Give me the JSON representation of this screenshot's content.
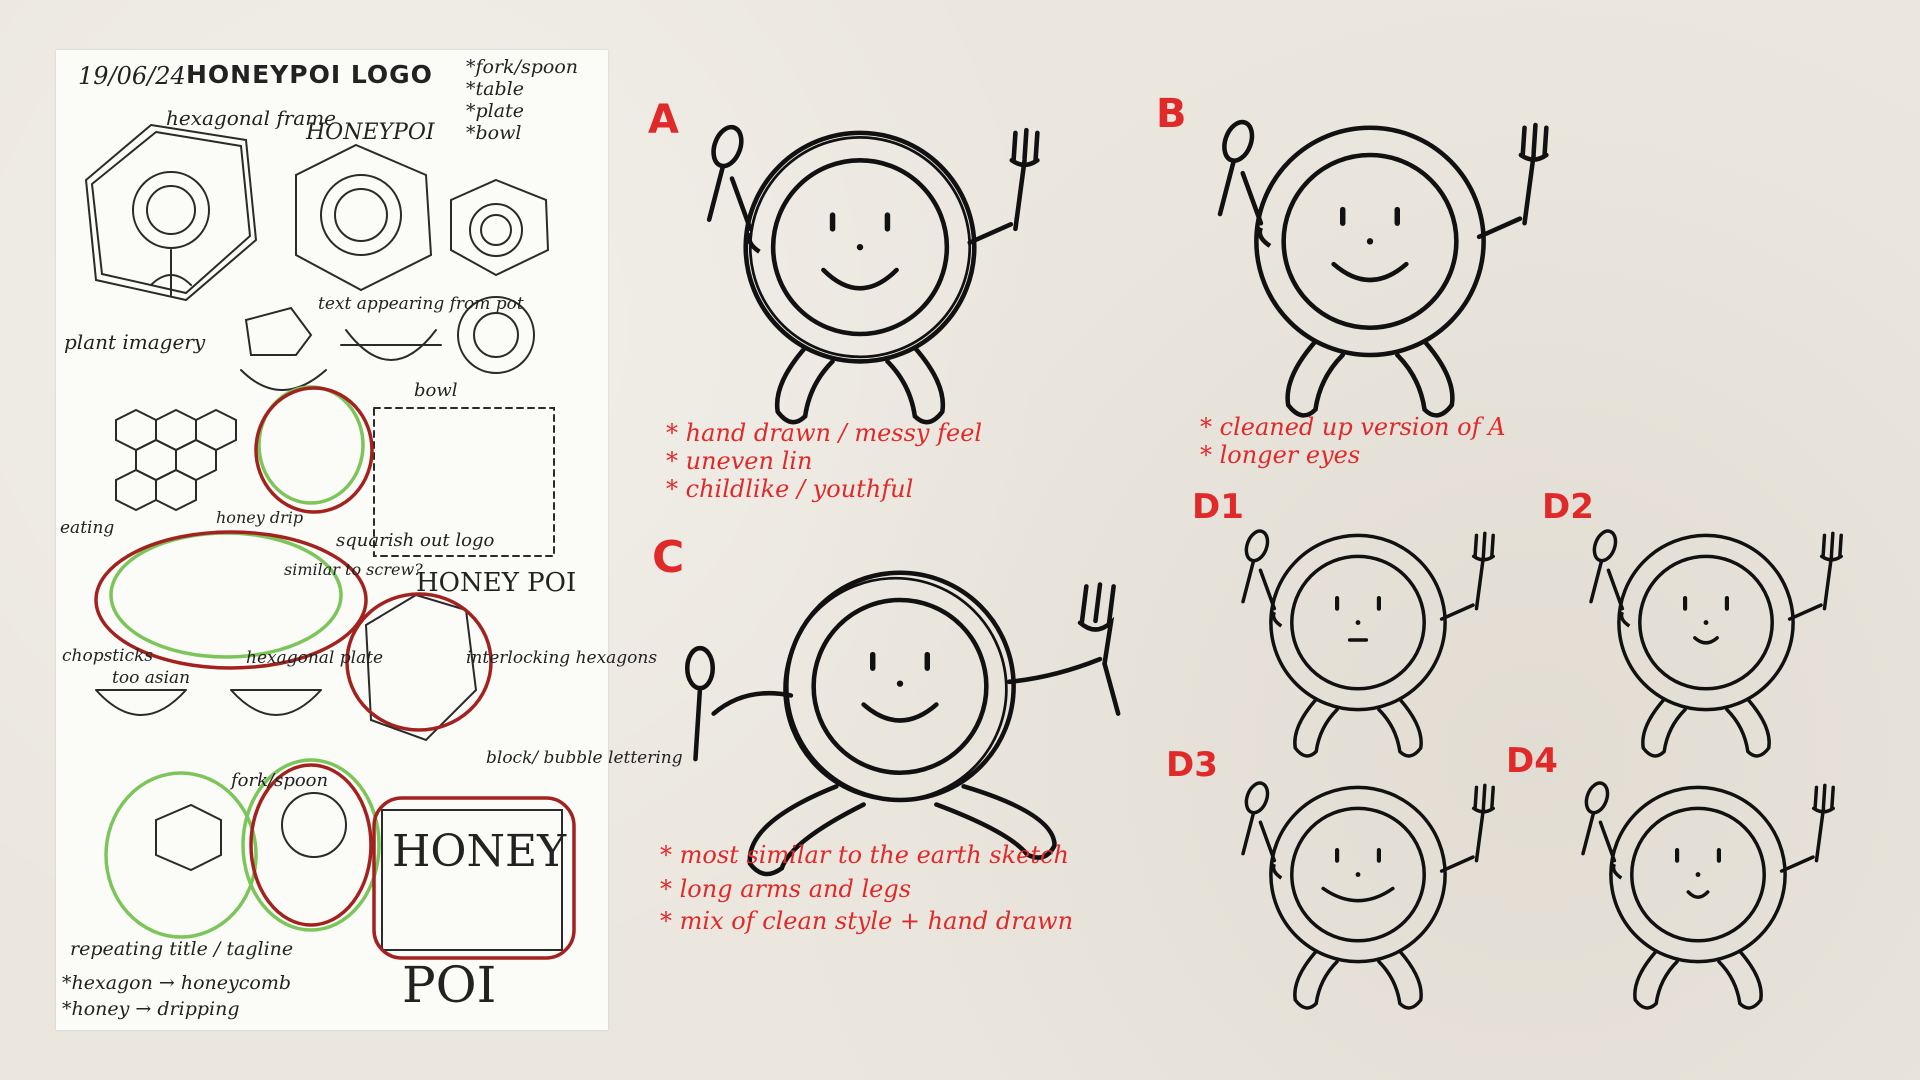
{
  "sketch_page": {
    "date": "19/06/24",
    "title": "HONEYPOI LOGO",
    "checklist": [
      "*fork/spoon",
      "*table",
      "*plate",
      "*bowl"
    ],
    "notes": [
      "hexagonal frame",
      "HONEYPOI",
      "plant imagery",
      "text appearing from pot",
      "bowl",
      "eating",
      "honey drip",
      "squarish out logo",
      "similar to screw?",
      "HONEY POI",
      "chopsticks",
      "too asian",
      "hexagonal plate",
      "interlocking hexagons",
      "block/ bubble lettering",
      "fork/spoon",
      "repeating title / tagline",
      "*hexagon → honeycomb",
      "*honey → dripping",
      "HONEY",
      "POI"
    ]
  },
  "variants": {
    "A": {
      "label": "A",
      "notes": [
        "* hand drawn / messy feel",
        "* uneven lin",
        "* childlike / youthful"
      ]
    },
    "B": {
      "label": "B",
      "notes": [
        "* cleaned up version of A",
        "* longer eyes"
      ]
    },
    "C": {
      "label": "C",
      "notes": [
        "* most similar to the earth sketch",
        "* long arms and legs",
        "* mix of clean style + hand drawn"
      ]
    },
    "D1": {
      "label": "D1"
    },
    "D2": {
      "label": "D2"
    },
    "D3": {
      "label": "D3"
    },
    "D4": {
      "label": "D4"
    }
  },
  "colors": {
    "annotation": "#e02a2a",
    "ink": "#111111",
    "background": "#ebe7df",
    "paper": "#fbfbf8",
    "circle_green": "#7cc55a",
    "circle_red": "#a3221f"
  }
}
